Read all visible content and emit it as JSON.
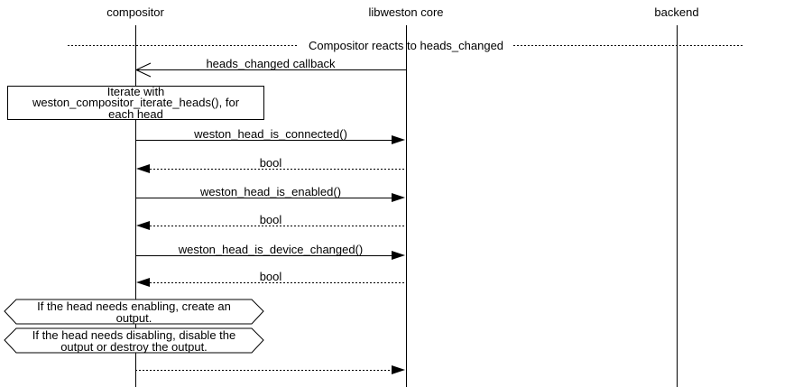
{
  "diagram": {
    "type": "sequence-diagram",
    "participants": [
      {
        "label": "compositor"
      },
      {
        "label": "libweston core"
      },
      {
        "label": "backend"
      }
    ],
    "divider": {
      "label": "Compositor reacts to heads_changed"
    },
    "note": {
      "lines": [
        "Iterate with",
        "weston_compositor_iterate_heads(), for",
        "each head"
      ],
      "text": "Iterate with weston_compositor_iterate_heads(), for each head"
    },
    "messages": [
      {
        "label": "heads_changed callback",
        "from": "libweston core",
        "to": "compositor",
        "line": "solid",
        "arrowhead": "open"
      },
      {
        "label": "weston_head_is_connected()",
        "from": "compositor",
        "to": "libweston core",
        "line": "solid",
        "arrowhead": "filled"
      },
      {
        "label": "bool",
        "from": "libweston core",
        "to": "compositor",
        "line": "dotted",
        "arrowhead": "filled"
      },
      {
        "label": "weston_head_is_enabled()",
        "from": "compositor",
        "to": "libweston core",
        "line": "solid",
        "arrowhead": "filled"
      },
      {
        "label": "bool",
        "from": "libweston core",
        "to": "compositor",
        "line": "dotted",
        "arrowhead": "filled"
      },
      {
        "label": "weston_head_is_device_changed()",
        "from": "compositor",
        "to": "libweston core",
        "line": "solid",
        "arrowhead": "filled"
      },
      {
        "label": "bool",
        "from": "libweston core",
        "to": "compositor",
        "line": "dotted",
        "arrowhead": "filled"
      },
      {
        "label": "",
        "from": "compositor",
        "to": "libweston core",
        "line": "dotted",
        "arrowhead": "filled"
      }
    ],
    "conditions": [
      {
        "lines": [
          "If the head needs enabling,  create an",
          "output."
        ],
        "text": "If the head needs enabling, create an output."
      },
      {
        "lines": [
          "If the head needs disabling, disable the",
          "output or destroy the output."
        ],
        "text": "If the head needs disabling, disable the output or destroy the output."
      }
    ],
    "colors": {
      "line": "#000000",
      "background": "#ffffff"
    }
  }
}
